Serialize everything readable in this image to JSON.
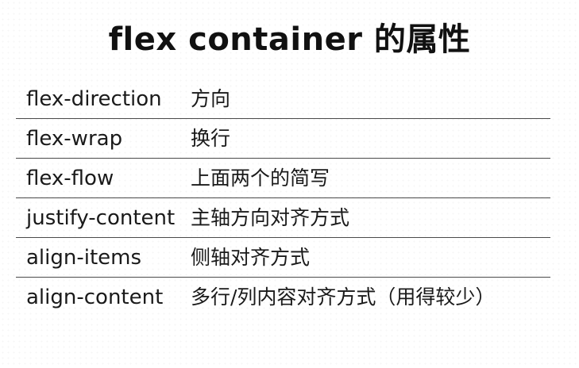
{
  "title": "flex container 的属性",
  "rows": [
    {
      "property": "flex-direction",
      "description": "方向"
    },
    {
      "property": "flex-wrap",
      "description": "换行"
    },
    {
      "property": "flex-flow",
      "description": "上面两个的简写"
    },
    {
      "property": "justify-content",
      "description": "主轴方向对齐方式"
    },
    {
      "property": "align-items",
      "description": "侧轴对齐方式"
    },
    {
      "property": "align-content",
      "description": "多行/列内容对齐方式（用得较少）"
    }
  ]
}
